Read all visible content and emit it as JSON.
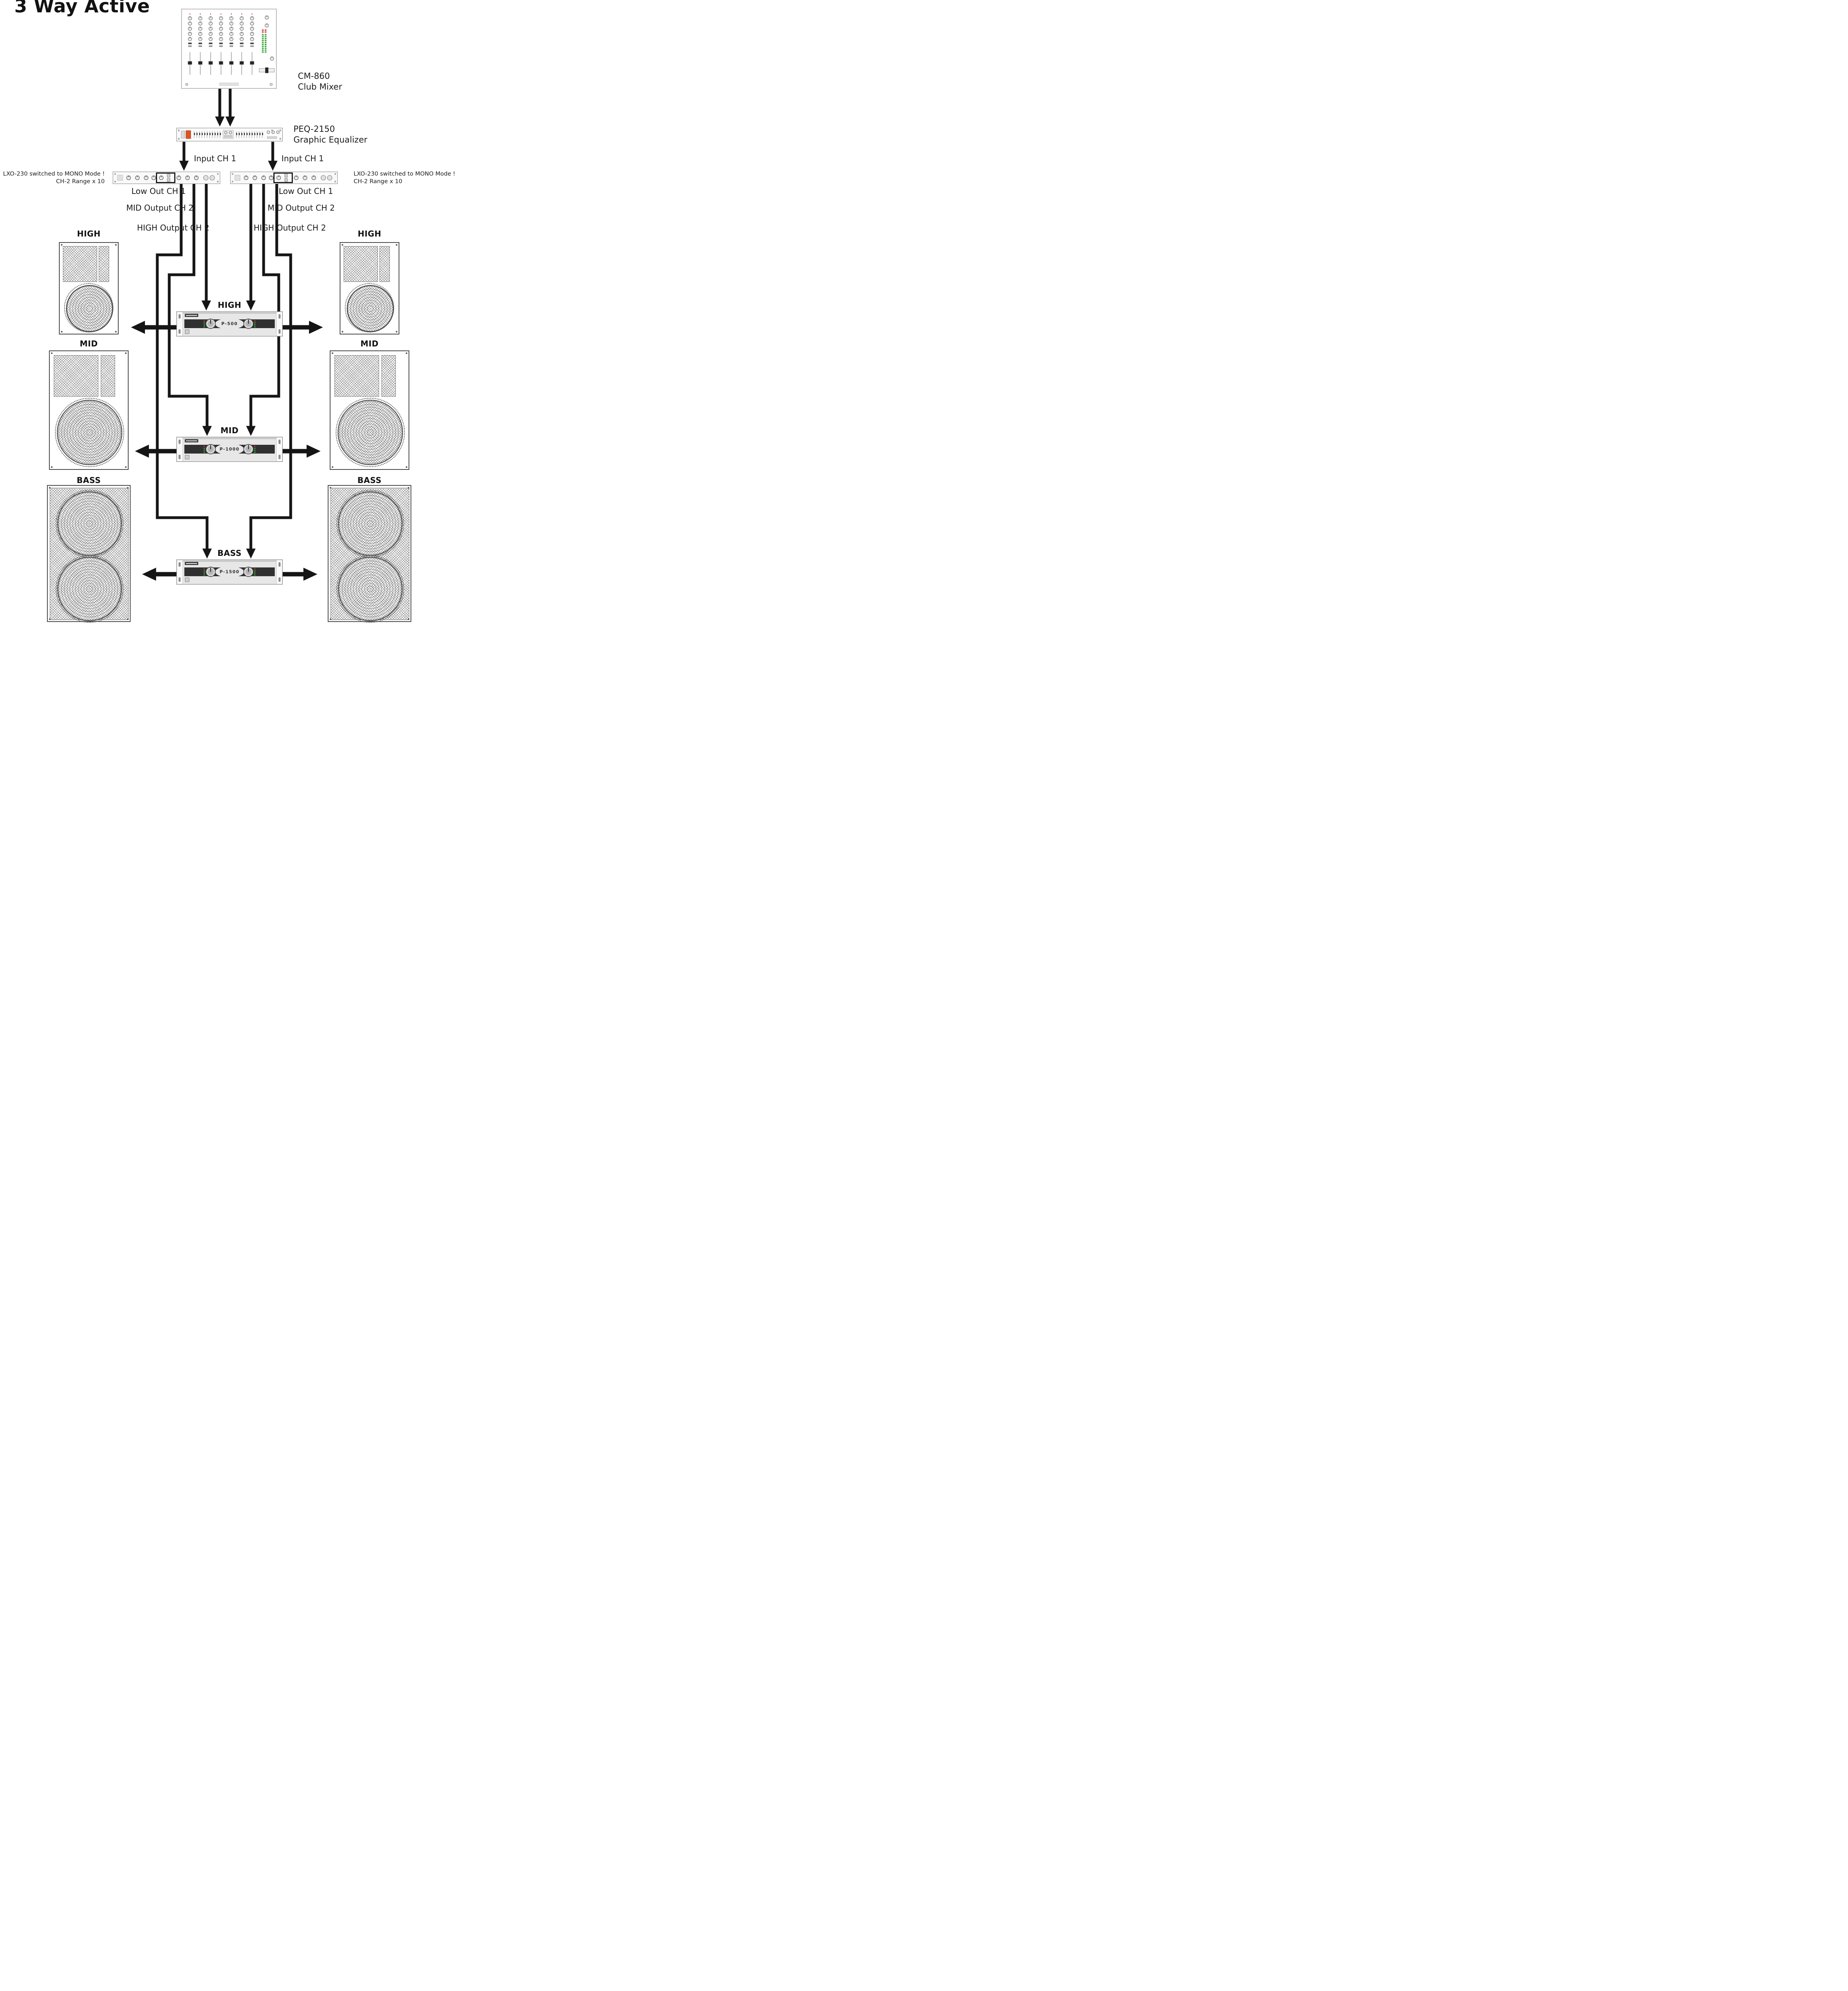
{
  "title": "3 Way Active",
  "devices": {
    "mixer": {
      "model": "CM-860",
      "type": "Club Mixer"
    },
    "equalizer": {
      "model": "PEQ-2150",
      "type": "Graphic Equalizer"
    },
    "crossover_left": {
      "note_line1": "LXO-230 switched to MONO Mode !",
      "note_line2": "CH-2 Range x 10"
    },
    "crossover_right": {
      "note_line1": "LXO-230 switched to MONO Mode !",
      "note_line2": "CH-2 Range x 10"
    }
  },
  "signal_labels": {
    "input_ch1_left": "Input CH 1",
    "input_ch1_right": "Input CH 1",
    "low_out_left": "Low Out CH 1",
    "low_out_right": "Low Out CH 1",
    "mid_out_left": "MID Output CH 2",
    "mid_out_right": "MID Output CH 2",
    "high_out_left": "HIGH Output CH 2",
    "high_out_right": "HIGH Output CH 2"
  },
  "amps": [
    {
      "section": "HIGH",
      "model": "P-500"
    },
    {
      "section": "MID",
      "model": "P-1000"
    },
    {
      "section": "BASS",
      "model": "P-1500"
    }
  ],
  "speakers": {
    "high_left": "HIGH",
    "high_right": "HIGH",
    "mid_left": "MID",
    "mid_right": "MID",
    "bass_left": "BASS",
    "bass_right": "BASS"
  },
  "colors": {
    "wire": "#151515",
    "eq_accent": "#e0521e"
  }
}
